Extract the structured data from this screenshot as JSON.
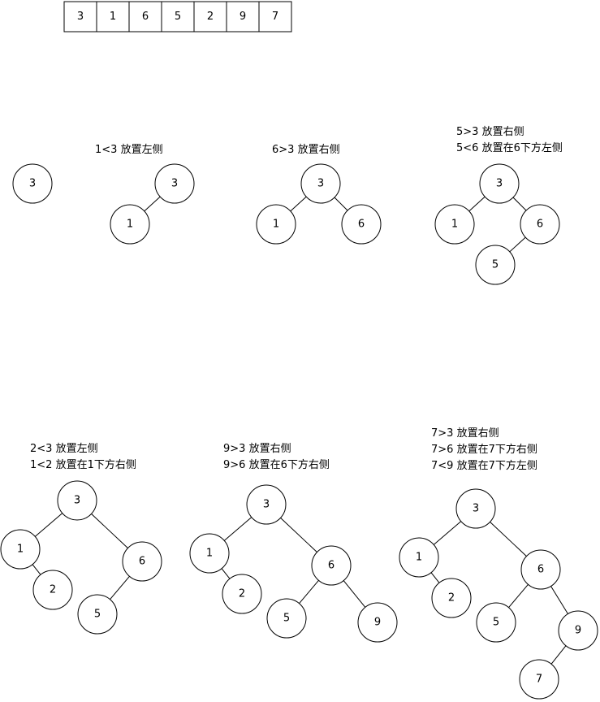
{
  "array": [
    "3",
    "1",
    "6",
    "5",
    "2",
    "9",
    "7"
  ],
  "steps": [
    {
      "caption": [],
      "nodes": [
        "3"
      ],
      "edges": []
    },
    {
      "caption": [
        "1<3 放置左侧"
      ],
      "nodes": [
        "3",
        "1"
      ],
      "edges": [
        [
          "3",
          "1"
        ]
      ]
    },
    {
      "caption": [
        "6>3 放置右侧"
      ],
      "nodes": [
        "3",
        "1",
        "6"
      ],
      "edges": [
        [
          "3",
          "1"
        ],
        [
          "3",
          "6"
        ]
      ]
    },
    {
      "caption": [
        "5>3 放置右侧",
        "5<6 放置在6下方左侧"
      ],
      "nodes": [
        "3",
        "1",
        "6",
        "5"
      ],
      "edges": [
        [
          "3",
          "1"
        ],
        [
          "3",
          "6"
        ],
        [
          "6",
          "5"
        ]
      ]
    },
    {
      "caption": [
        "2<3 放置左侧",
        "1<2 放置在1下方右侧"
      ],
      "nodes": [
        "3",
        "1",
        "2",
        "6",
        "5"
      ],
      "edges": [
        [
          "3",
          "1"
        ],
        [
          "1",
          "2"
        ],
        [
          "3",
          "6"
        ],
        [
          "6",
          "5"
        ]
      ]
    },
    {
      "caption": [
        "9>3 放置右侧",
        "9>6 放置在6下方右侧"
      ],
      "nodes": [
        "3",
        "1",
        "2",
        "6",
        "5",
        "9"
      ],
      "edges": [
        [
          "3",
          "1"
        ],
        [
          "1",
          "2"
        ],
        [
          "3",
          "6"
        ],
        [
          "6",
          "5"
        ],
        [
          "6",
          "9"
        ]
      ]
    },
    {
      "caption": [
        "7>3 放置右侧",
        "7>6 放置在7下方右侧",
        "7<9 放置在7下方左侧"
      ],
      "nodes": [
        "3",
        "1",
        "2",
        "6",
        "5",
        "9",
        "7"
      ],
      "edges": [
        [
          "3",
          "1"
        ],
        [
          "1",
          "2"
        ],
        [
          "3",
          "6"
        ],
        [
          "6",
          "5"
        ],
        [
          "6",
          "9"
        ],
        [
          "9",
          "7"
        ]
      ]
    }
  ]
}
